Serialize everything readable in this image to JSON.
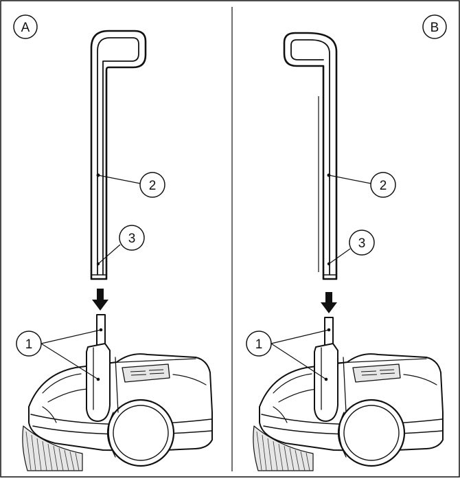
{
  "panels": [
    {
      "letter": "A",
      "callouts": {
        "lower_bracket": "1",
        "handle": "2",
        "handle_hole": "3"
      }
    },
    {
      "letter": "B",
      "callouts": {
        "lower_bracket": "1",
        "handle": "2",
        "handle_hole": "3"
      }
    }
  ],
  "colors": {
    "line": "#111111",
    "background": "#ffffff",
    "shade": "#e6e6e6"
  },
  "icons": [
    "insert-arrow-icon"
  ]
}
